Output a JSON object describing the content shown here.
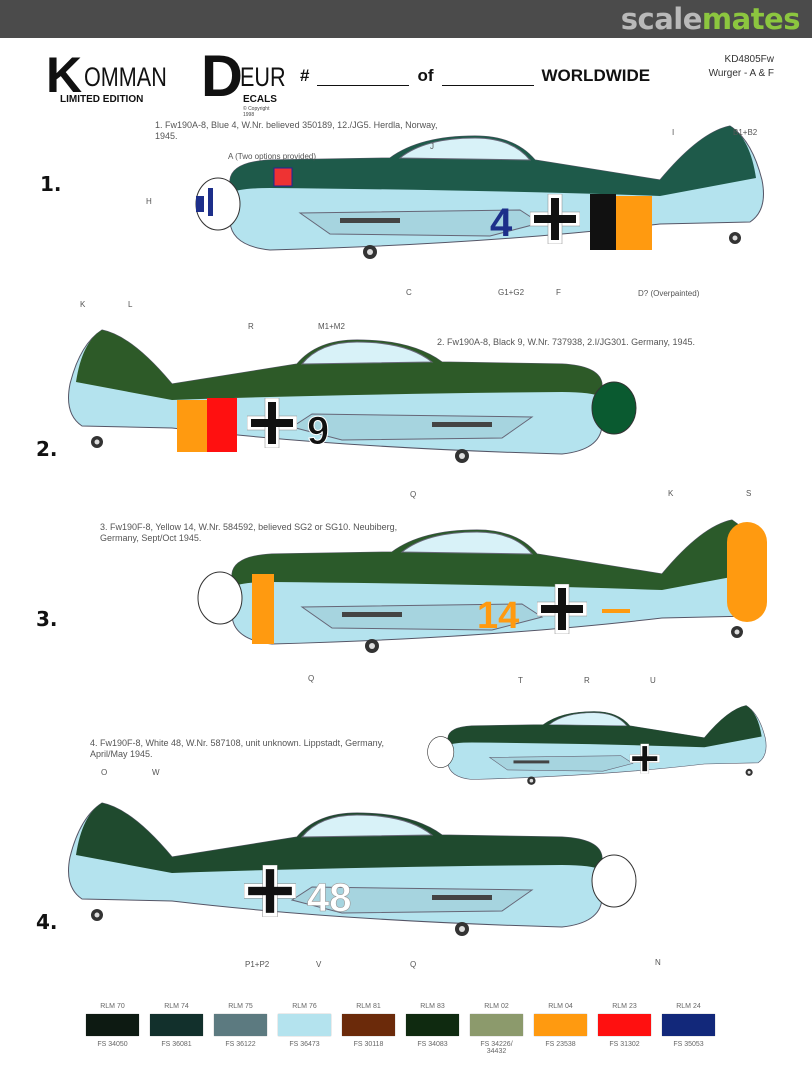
{
  "site_logo": {
    "part1": "scale",
    "part2": "mates"
  },
  "brand": {
    "k": "K",
    "omman": "OMMAN",
    "d": "D",
    "eur": "EUR",
    "limited": "LIMITED EDITION",
    "ecals": "ECALS",
    "copyright": "© Copyright 1998"
  },
  "numbering": {
    "hash": "#",
    "of": "of",
    "worldwide": "WORLDWIDE"
  },
  "product": {
    "code": "KD4805Fw",
    "name": "Wurger - A & F"
  },
  "profiles": [
    {
      "number": "1.",
      "caption_line1": "1. Fw190A-8, Blue 4, W.Nr. believed 350189, 12./JG5. Herdla, Norway,",
      "caption_line2": "1945.",
      "fuselage_code": "4",
      "labels": {
        "a": "A (Two options provided)",
        "j": "J",
        "i": "I",
        "b": "B1+B2",
        "h": "H",
        "c": "C",
        "g": "G1+G2",
        "f": "F",
        "d": "D? (Overpainted)"
      }
    },
    {
      "number": "2.",
      "caption_line1": "2. Fw190A-8, Black 9, W.Nr. 737938, 2.I/JG301. Germany, 1945.",
      "fuselage_code": "9",
      "labels": {
        "k": "K",
        "l": "L",
        "r": "R",
        "m": "M1+M2",
        "q": "Q"
      }
    },
    {
      "number": "3.",
      "caption_line1": "3. Fw190F-8, Yellow 14, W.Nr. 584592, believed SG2 or SG10. Neubiberg,",
      "caption_line2": "Germany, Sept/Oct 1945.",
      "fuselage_code": "14",
      "labels": {
        "k": "K",
        "s": "S",
        "q": "Q",
        "t": "T",
        "r": "R",
        "u": "U"
      }
    },
    {
      "number": "4.",
      "caption_line1": "4. Fw190F-8, White 48, W.Nr. 587108, unit unknown. Lippstadt, Germany,",
      "caption_line2": "April/May 1945.",
      "fuselage_code": "48",
      "labels": {
        "o": "O",
        "w": "W",
        "p": "P1+P2",
        "v": "V",
        "q": "Q",
        "n": "N"
      }
    }
  ],
  "colors": [
    {
      "rlm": "RLM 70",
      "fs": "FS 34050",
      "hex": "#0d1a12"
    },
    {
      "rlm": "RLM 74",
      "fs": "FS 36081",
      "hex": "#12302c"
    },
    {
      "rlm": "RLM 75",
      "fs": "FS 36122",
      "hex": "#5c7a80"
    },
    {
      "rlm": "RLM 76",
      "fs": "FS 36473",
      "hex": "#b4e3ee"
    },
    {
      "rlm": "RLM 81",
      "fs": "FS 30118",
      "hex": "#6b2a0a"
    },
    {
      "rlm": "RLM 83",
      "fs": "FS 34083",
      "hex": "#0f2a10"
    },
    {
      "rlm": "RLM 02",
      "fs": "FS 34226/ 34432",
      "hex": "#8c9a6c"
    },
    {
      "rlm": "RLM 04",
      "fs": "FS 23538",
      "hex": "#ff9a10"
    },
    {
      "rlm": "RLM 23",
      "fs": "FS 31302",
      "hex": "#ff1010"
    },
    {
      "rlm": "RLM 24",
      "fs": "FS 35053",
      "hex": "#12287a"
    }
  ]
}
